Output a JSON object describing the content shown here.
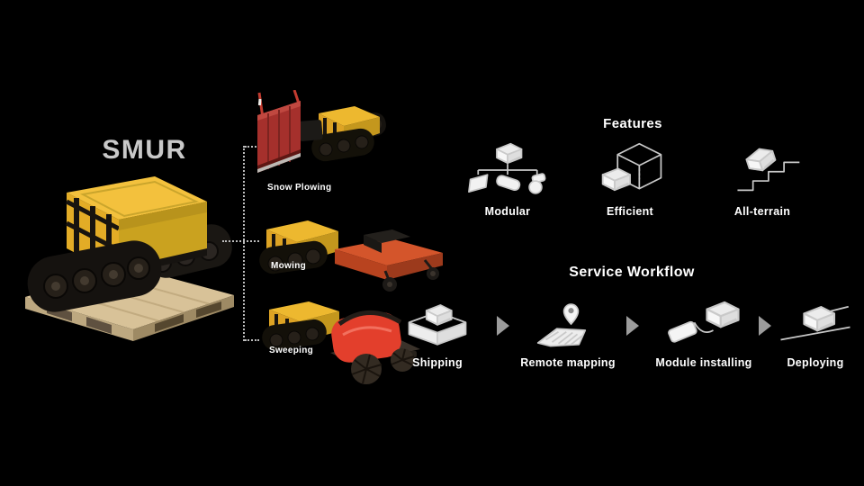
{
  "slide": {
    "background_color": "#000000",
    "hero": {
      "title": "SMUR",
      "title_color": "#c9c9c9",
      "image": "yellow tracked SMUR robot on wooden shipping pallet"
    },
    "variants": [
      {
        "label": "Snow Plowing",
        "image": "SMUR robot fitted with red snow plow blade"
      },
      {
        "label": "Mowing",
        "image": "SMUR robot fitted with orange mower deck"
      },
      {
        "label": "Sweeping",
        "image": "SMUR robot fitted with red sweeper and brushes"
      }
    ],
    "features": {
      "title": "Features",
      "items": [
        {
          "label": "Modular",
          "icon": "modular-icon"
        },
        {
          "label": "Efficient",
          "icon": "efficient-icon"
        },
        {
          "label": "All-terrain",
          "icon": "all-terrain-icon"
        }
      ]
    },
    "workflow": {
      "title": "Service Workflow",
      "steps": [
        {
          "label": "Shipping",
          "icon": "shipping-crate-icon"
        },
        {
          "label": "Remote mapping",
          "icon": "remote-mapping-icon"
        },
        {
          "label": "Module installing",
          "icon": "module-installing-icon"
        },
        {
          "label": "Deploying",
          "icon": "deploying-icon"
        }
      ]
    },
    "colors": {
      "label_text": "#ffffff",
      "icon_line": "#c9c9c9",
      "workflow_arrow": "#9c9c9c",
      "connector_dots": "#bdbdbd",
      "robot_yellow": "#edb82f",
      "plow_red": "#a5302c",
      "mower_orange": "#d4552b",
      "sweeper_red": "#e33f2c",
      "pallet_wood": "#d8c298"
    }
  }
}
